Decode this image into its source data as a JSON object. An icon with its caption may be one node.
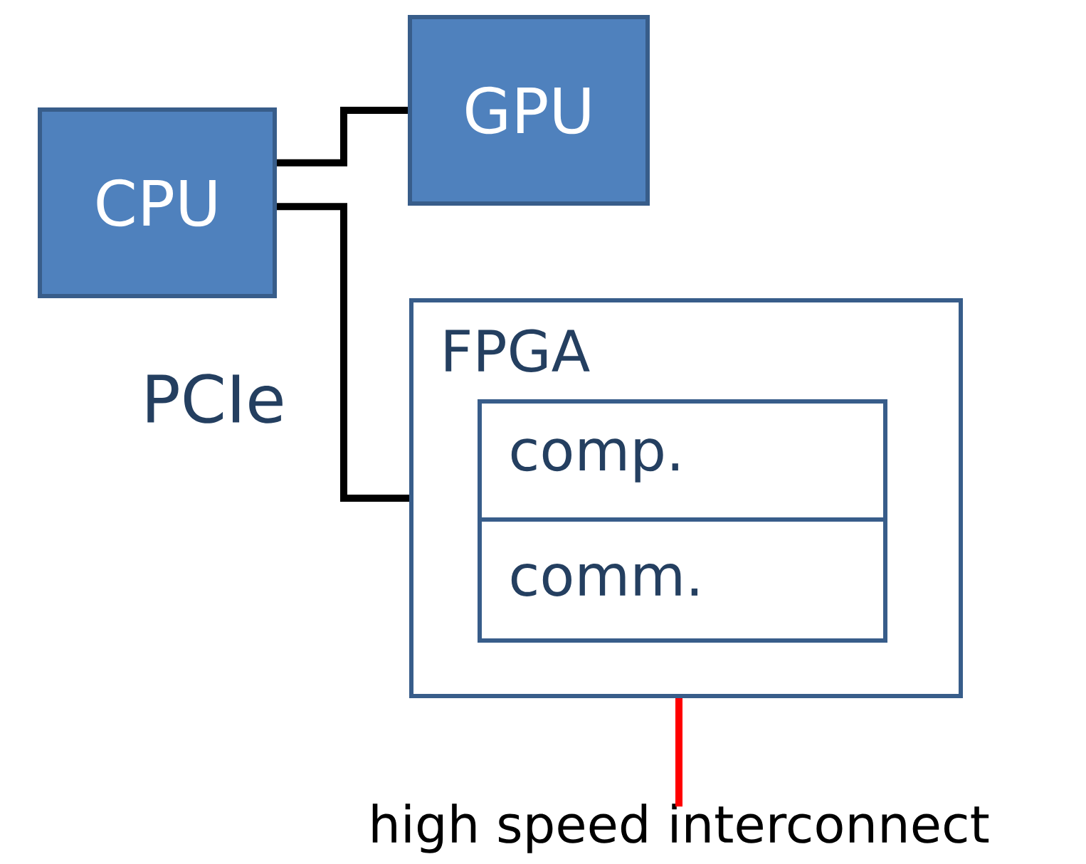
{
  "diagram": {
    "nodes": [
      {
        "text": [
          "CPU"
        ]
      },
      {
        "text": [
          "GPU"
        ]
      },
      {
        "text": [
          "FPGA"
        ]
      },
      {
        "text": [
          "comp."
        ],
        "in": 2
      },
      {
        "text": [
          "comm."
        ],
        "in": 2
      },
      {
        "text": [
          "high speed interconnect"
        ]
      }
    ],
    "edges": [
      {
        "from": 0,
        "to": 1,
        "arrow": "none"
      },
      {
        "from": 0,
        "to": 2,
        "arrow": "none"
      },
      {
        "from": 2,
        "to": 5,
        "arrow": "none",
        "color": "#ff0000"
      }
    ],
    "labels": [
      "PCIe"
    ]
  }
}
